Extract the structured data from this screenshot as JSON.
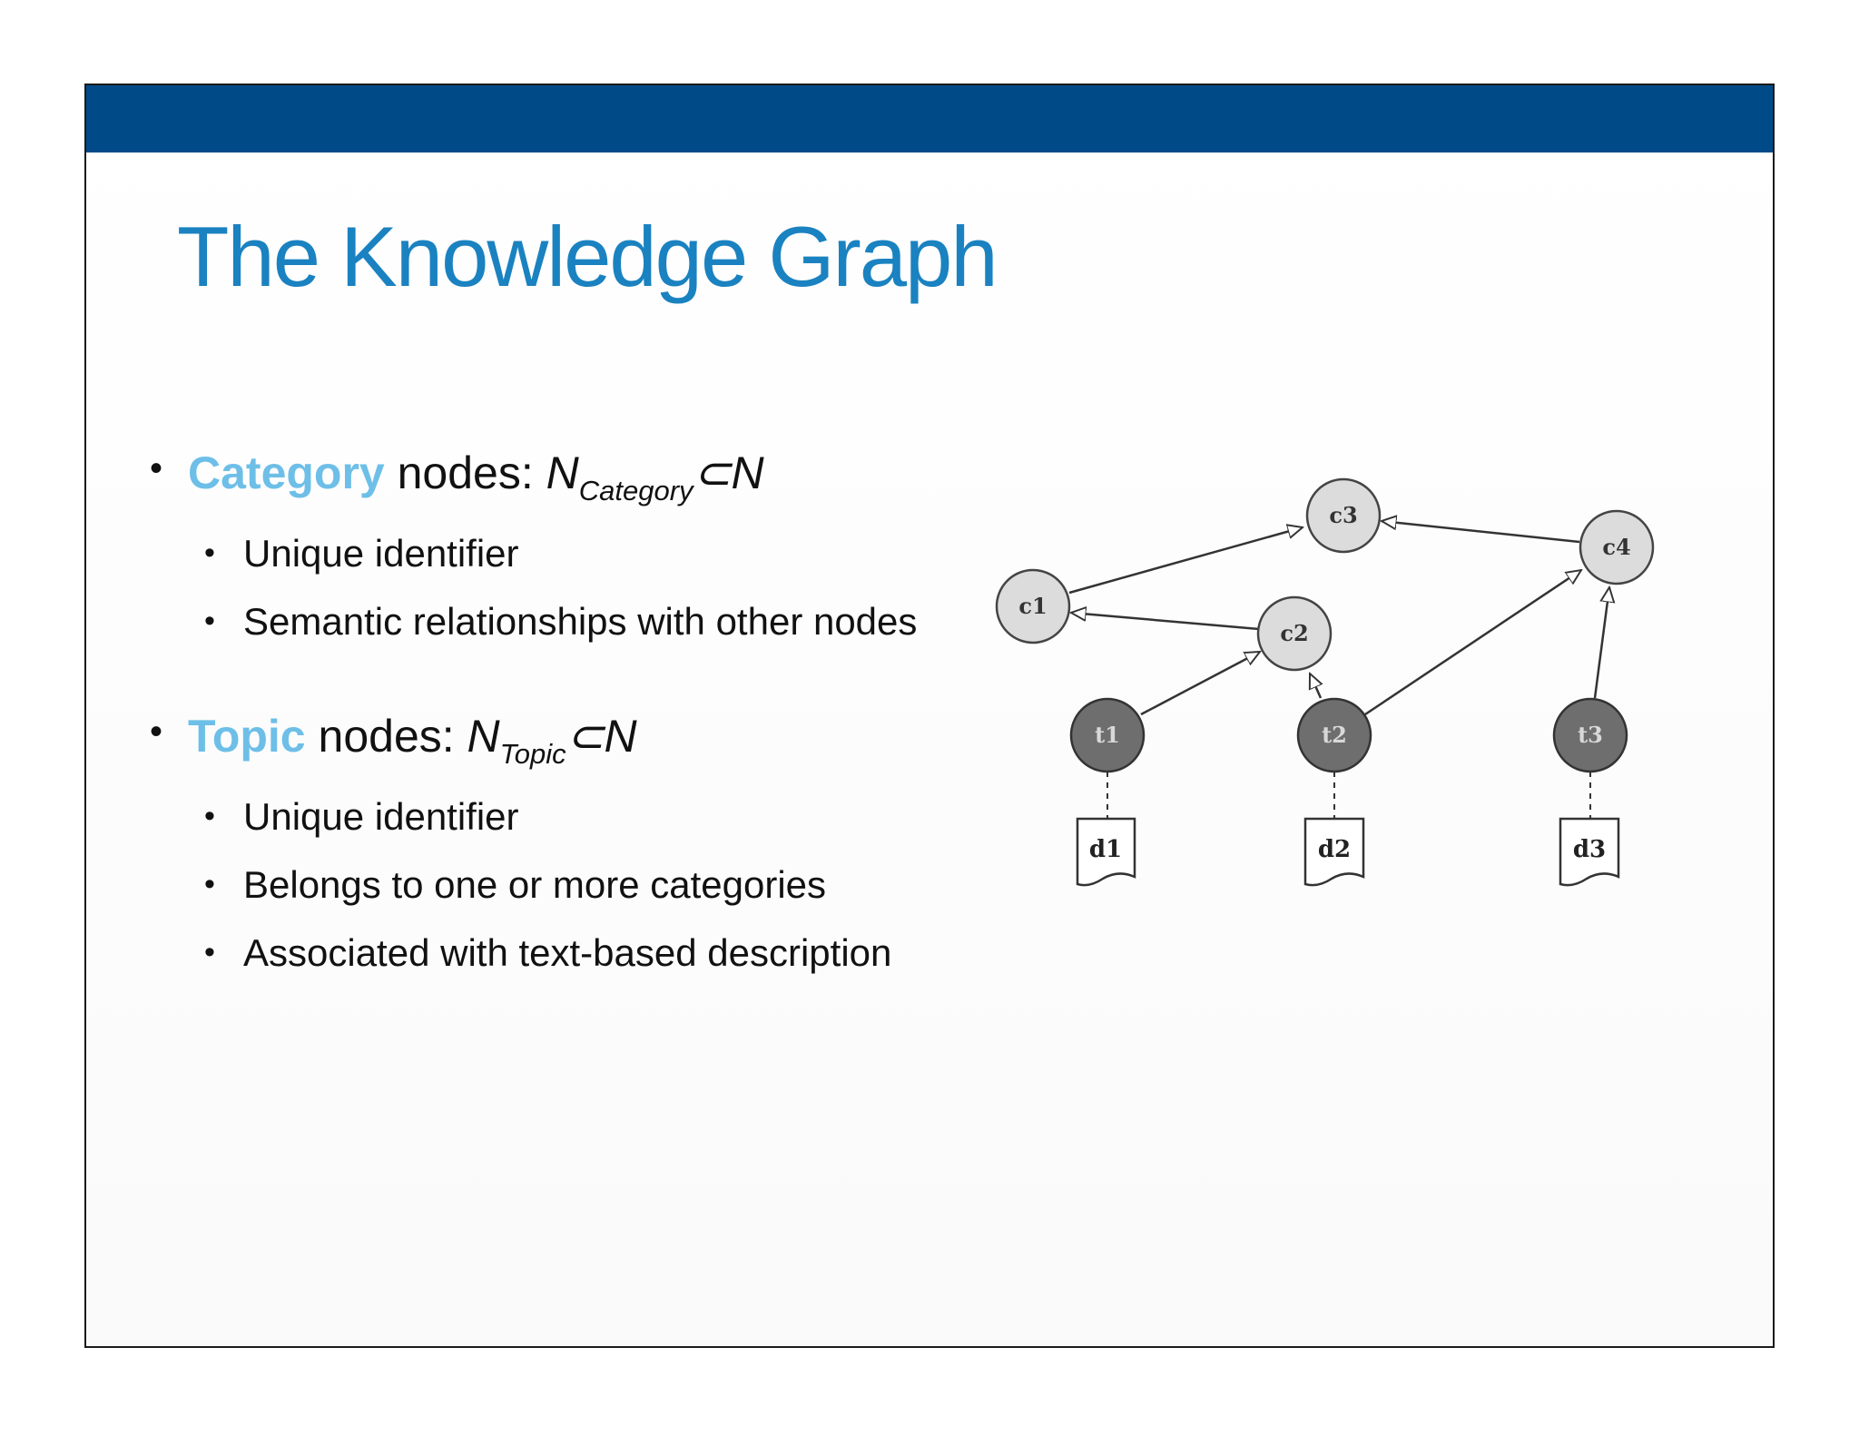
{
  "slide": {
    "title": "The Knowledge Graph",
    "bullets": [
      {
        "highlight": "Category",
        "rest": " nodes: ",
        "math_base": "N",
        "math_sub": "Category",
        "math_tail": "⊂N",
        "items": [
          "Unique identifier",
          "Semantic relationships with other nodes"
        ]
      },
      {
        "highlight": "Topic",
        "rest": " nodes: ",
        "math_base": "N",
        "math_sub": "Topic",
        "math_tail": "⊂N",
        "items": [
          "Unique identifier",
          "Belongs to one or more categories",
          "Associated with text-based description"
        ]
      }
    ],
    "graph": {
      "category_nodes": [
        "c1",
        "c2",
        "c3",
        "c4"
      ],
      "topic_nodes": [
        "t1",
        "t2",
        "t3"
      ],
      "documents": [
        "d1",
        "d2",
        "d3"
      ]
    }
  },
  "colors": {
    "header_bar": "#004a88",
    "title": "#1a82c0",
    "highlight": "#6dbfe8",
    "category_node_fill": "#dcdcdc",
    "topic_node_fill": "#6e6e6e"
  }
}
